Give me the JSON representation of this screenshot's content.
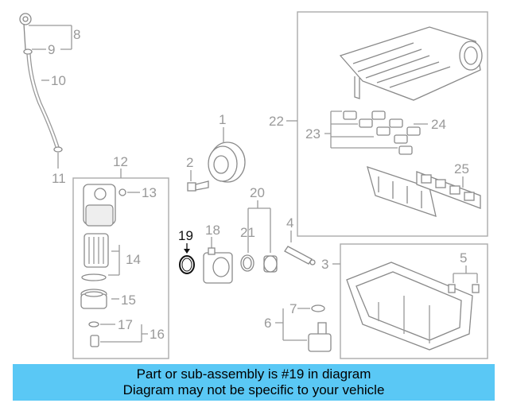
{
  "callouts": {
    "c1": "1",
    "c2": "2",
    "c3": "3",
    "c4": "4",
    "c5": "5",
    "c6": "6",
    "c7": "7",
    "c8": "8",
    "c9": "9",
    "c10": "10",
    "c11": "11",
    "c12": "12",
    "c13": "13",
    "c14": "14",
    "c15": "15",
    "c16": "16",
    "c17": "17",
    "c18": "18",
    "c19": "19",
    "c20": "20",
    "c21": "21",
    "c22": "22",
    "c23": "23",
    "c24": "24",
    "c25": "25"
  },
  "highlight_callout": "19",
  "colors": {
    "banner_bg": "#5ac8f5",
    "line": "#999999",
    "highlight": "#111111"
  },
  "banner": {
    "line1": "Part or sub-assembly is #19 in diagram",
    "line2": "Diagram may not be specific to your vehicle"
  }
}
